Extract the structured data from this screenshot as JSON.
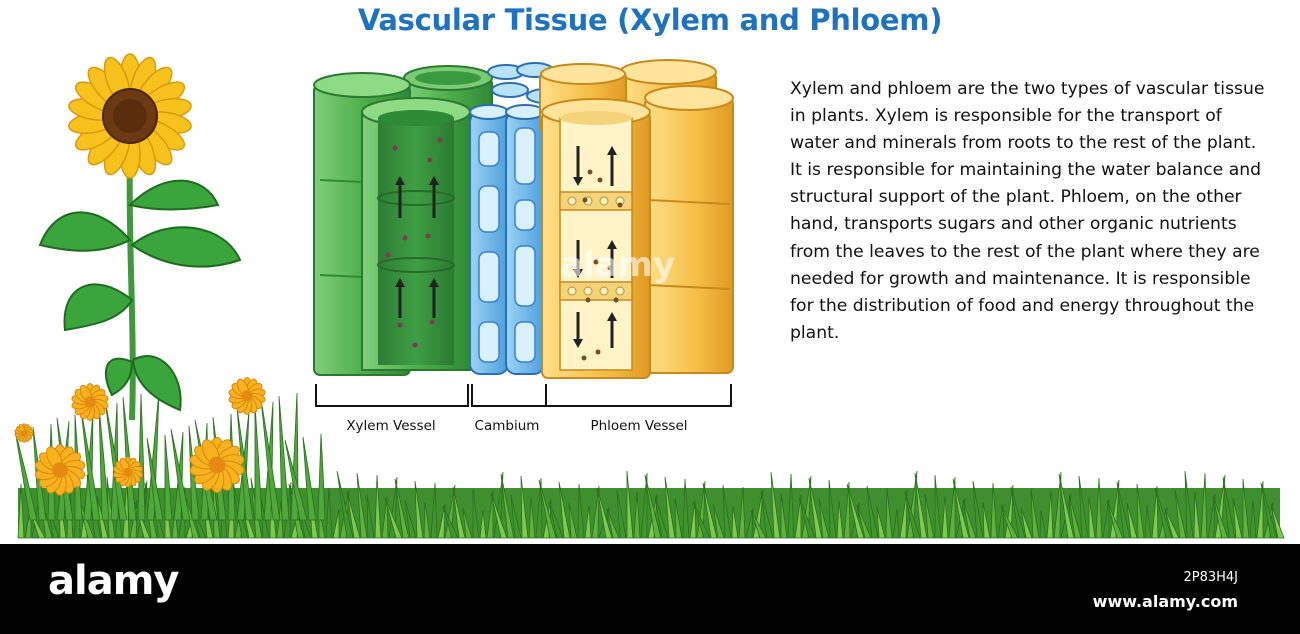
{
  "title": "Vascular Tissue (Xylem and Phloem)",
  "labels": {
    "xylem": "Xylem Vessel",
    "cambium": "Cambium",
    "phloem": "Phloem Vessel"
  },
  "description": "Xylem and phloem are the two types of vascular tissue in plants. Xylem is responsible for the transport of water and minerals from roots to the rest of the plant. It is responsible for maintaining the water balance and structural support of the plant. Phloem, on the other hand, transports sugars and other organic nutrients from the leaves to the rest of the plant where they are needed for growth and maintenance. It is responsible for the distribution of food and energy throughout the plant.",
  "watermark": "alamy",
  "footer": {
    "logo": "alamy",
    "image_id": "2P83H4J",
    "url": "www.alamy.com"
  },
  "colors": {
    "title": "#1f72bd",
    "xylem": "#5cb85c",
    "cambium": "#4a90d9",
    "phloem": "#f2c14e",
    "grass": "#3f9b2f",
    "flower": "#f7b21b"
  },
  "icons": [
    "sunflower-icon",
    "marigold-icon",
    "grass-icon",
    "arrow-up-icon",
    "arrow-down-icon"
  ]
}
